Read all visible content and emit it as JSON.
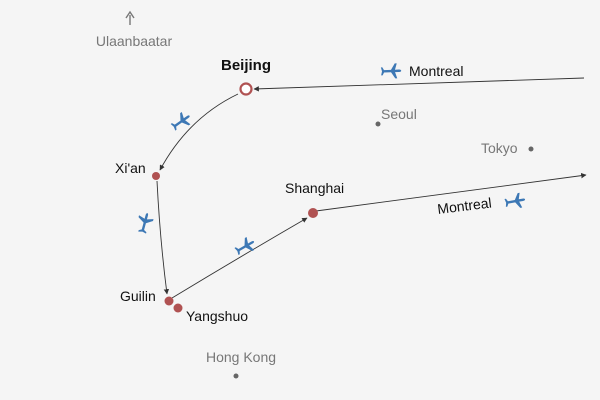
{
  "colors": {
    "background": "#f5f5f5",
    "city_marker": "#b05252",
    "reference_marker": "#666666",
    "route_line": "#333333",
    "plane": "#3d78b5",
    "label": "#111111",
    "reference_label": "#777777"
  },
  "map": {
    "north_arrow_icon": "arrow-up-icon",
    "reference_cities": {
      "ulaanbaatar": "Ulaanbaatar",
      "seoul": "Seoul",
      "tokyo": "Tokyo",
      "hong_kong": "Hong Kong"
    },
    "route_cities": {
      "beijing": "Beijing",
      "xian": "Xi'an",
      "guilin": "Guilin",
      "yangshuo": "Yangshuo",
      "shanghai": "Shanghai"
    },
    "endpoints": {
      "inbound": "Montreal",
      "outbound": "Montreal"
    },
    "leg_icon": "airplane-icon"
  }
}
